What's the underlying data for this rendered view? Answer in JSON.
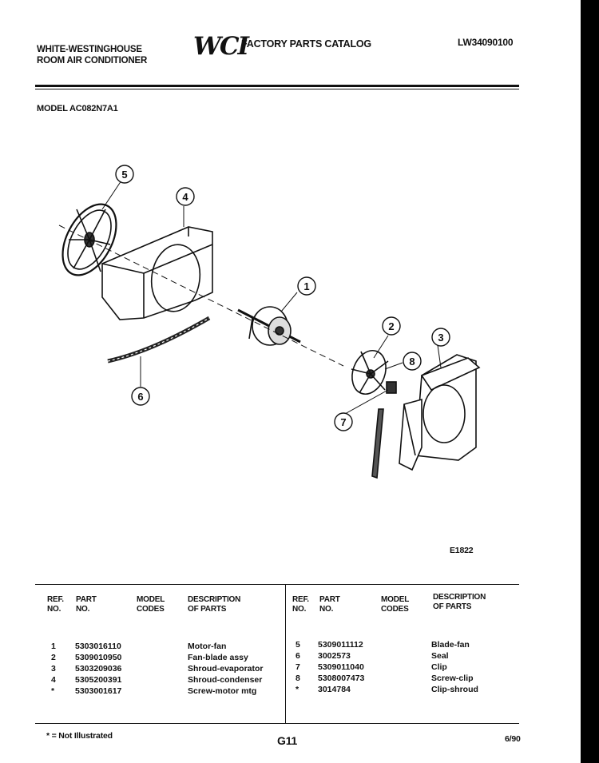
{
  "header": {
    "brand_line1": "WHITE-WESTINGHOUSE",
    "brand_line2": "ROOM AIR CONDITIONER",
    "logo_text": "WCI",
    "catalog_title": "FACTORY PARTS CATALOG",
    "doc_number": "LW34090100",
    "model_label": "MODEL AC082N7A1"
  },
  "diagram": {
    "callouts": [
      "1",
      "2",
      "3",
      "4",
      "5",
      "6",
      "7",
      "8"
    ],
    "figure_code": "E1822"
  },
  "table": {
    "headers": {
      "ref_line1": "REF.",
      "ref_line2": "NO.",
      "part_line1": "PART",
      "part_line2": "NO.",
      "codes_line1": "MODEL",
      "codes_line2": "CODES",
      "desc_line1": "DESCRIPTION",
      "desc_line2": "OF PARTS"
    },
    "left_rows": [
      {
        "ref": "1",
        "part": "5303016110",
        "desc": "Motor-fan"
      },
      {
        "ref": "2",
        "part": "5309010950",
        "desc": "Fan-blade assy"
      },
      {
        "ref": "3",
        "part": "5303209036",
        "desc": "Shroud-evaporator"
      },
      {
        "ref": "4",
        "part": "5305200391",
        "desc": "Shroud-condenser"
      },
      {
        "ref": "*",
        "part": "5303001617",
        "desc": "Screw-motor mtg"
      }
    ],
    "right_rows": [
      {
        "ref": "5",
        "part": "5309011112",
        "desc": "Blade-fan"
      },
      {
        "ref": "6",
        "part": "3002573",
        "desc": "Seal"
      },
      {
        "ref": "7",
        "part": "5309011040",
        "desc": "Clip"
      },
      {
        "ref": "8",
        "part": "5308007473",
        "desc": "Screw-clip"
      },
      {
        "ref": "*",
        "part": "3014784",
        "desc": "Clip-shroud"
      }
    ]
  },
  "footer": {
    "note": "* = Not Illustrated",
    "page": "G11",
    "date": "6/90"
  }
}
